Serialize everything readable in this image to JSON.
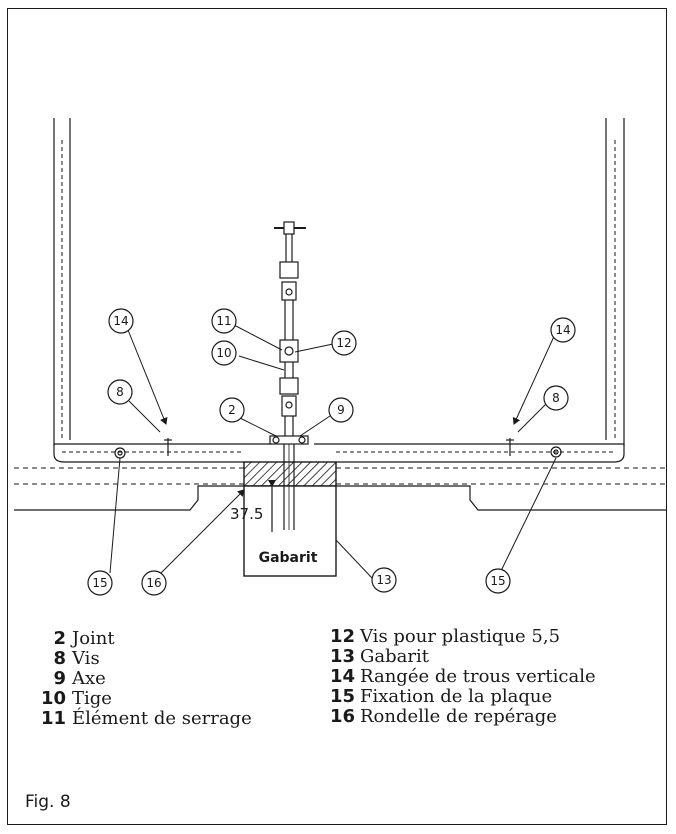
{
  "figure": {
    "label": "Fig. 8",
    "dimension": "37.5",
    "template_label": "Gabarit",
    "callouts": [
      "14",
      "8",
      "11",
      "12",
      "10",
      "2",
      "9",
      "14",
      "8",
      "15",
      "16",
      "13",
      "15"
    ]
  },
  "legend": {
    "left": [
      {
        "num": "2",
        "text": "Joint"
      },
      {
        "num": "8",
        "text": "Vis"
      },
      {
        "num": "9",
        "text": "Axe"
      },
      {
        "num": "10",
        "text": "Tige"
      },
      {
        "num": "11",
        "text": "Élément de serrage"
      }
    ],
    "right": [
      {
        "num": "12",
        "text": "Vis pour plastique 5,5"
      },
      {
        "num": "13",
        "text": "Gabarit"
      },
      {
        "num": "14",
        "text": "Rangée de trous verticale"
      },
      {
        "num": "15",
        "text": "Fixation de la plaque"
      },
      {
        "num": "16",
        "text": "Rondelle de repérage"
      }
    ]
  }
}
